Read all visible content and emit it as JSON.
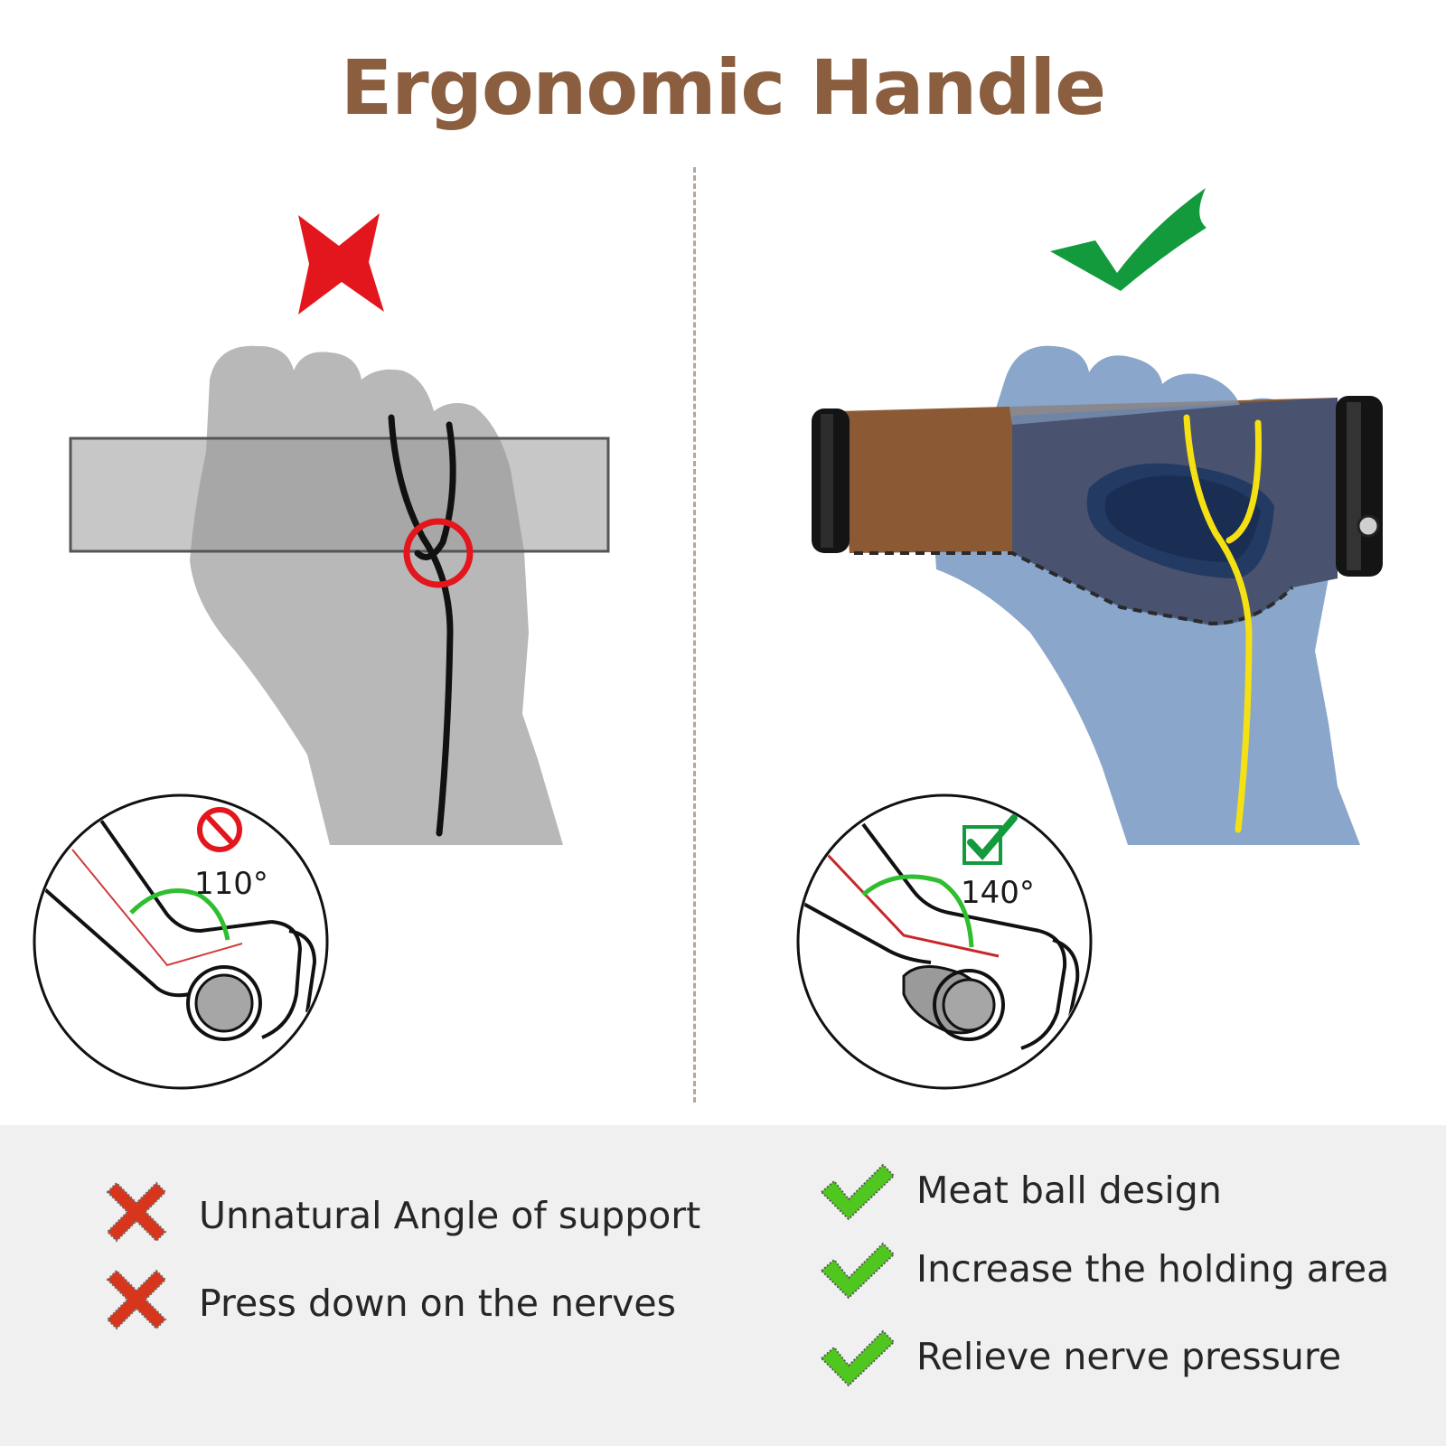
{
  "title": "Ergonomic Handle",
  "bad_example": {
    "angle_label": "110°",
    "points": [
      "Unnatural Angle of support",
      "Press down on the nerves"
    ]
  },
  "good_example": {
    "angle_label": "140°",
    "points": [
      "Meat ball design",
      "Increase the holding area",
      "Relieve nerve pressure"
    ]
  },
  "colors": {
    "title": "#8a5e3f",
    "bad_mark": "#e3161d",
    "good_mark": "#129a3c",
    "bullet_cross": "#d8361c",
    "bullet_check": "#4fc71f",
    "nerve_bad": "#111111",
    "nerve_good": "#f5e013",
    "hand_bad": "#b8b8b8",
    "hand_good": "#8aa7cb",
    "grip_leather": "#8b5a35",
    "grip_padding": "#3d5178"
  },
  "icons": {
    "bad_mark": "red-x-icon",
    "good_mark": "green-check-icon",
    "prohibited": "prohibited-icon",
    "checkbox": "checkbox-icon"
  }
}
